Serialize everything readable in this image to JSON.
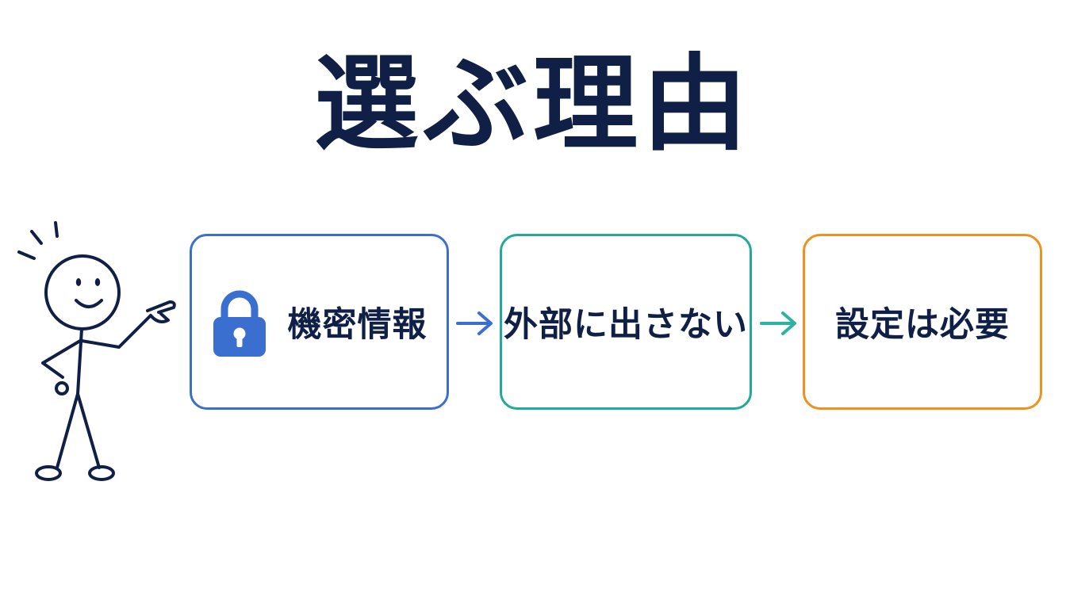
{
  "title": "選ぶ理由",
  "steps": [
    {
      "label": "機密情報",
      "icon": "lock-icon",
      "color": "#3a6fd0"
    },
    {
      "label": "外部に出さない",
      "color": "#23a89a"
    },
    {
      "label": "設定は必要",
      "color": "#f0901e"
    }
  ],
  "arrows": [
    {
      "color": "#3a6fd0"
    },
    {
      "color": "#2bb3a3"
    }
  ],
  "figure": {
    "icon": "stick-figure-pointing-icon",
    "color": "#0f1f45"
  }
}
